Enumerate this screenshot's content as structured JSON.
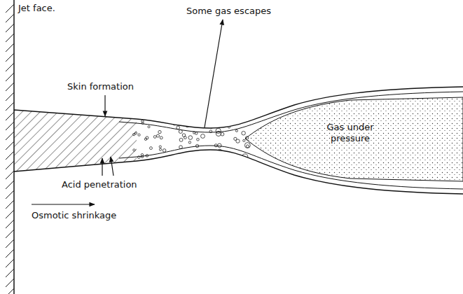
{
  "diagram": {
    "nodes": [
      {
        "text": [
          "Gas under pressure"
        ]
      }
    ],
    "labels": [
      "Jet face.",
      "Skin formation",
      "Some gas escapes",
      "Acid penetration",
      "Osmotic shrinkage"
    ]
  }
}
